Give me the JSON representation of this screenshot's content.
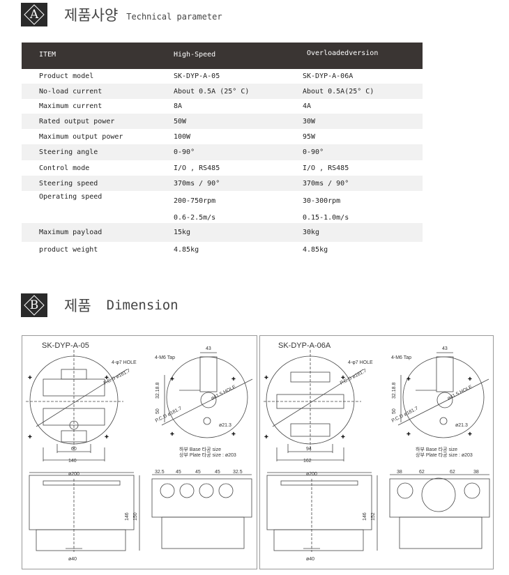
{
  "section_a": {
    "badge": "A",
    "title_kr": "제품사양",
    "title_en": "Technical parameter"
  },
  "table": {
    "headers": [
      "ITEM",
      "High-Speed",
      "Overloadedversion"
    ],
    "rows": [
      {
        "item": "Product model",
        "hs": "SK-DYP-A-05",
        "ov": "SK-DYP-A-06A"
      },
      {
        "item": "No-load current",
        "hs": "About 0.5A (25° C)",
        "ov": "About 0.5A(25° C)"
      },
      {
        "item": "Maximum current",
        "hs": "8A",
        "ov": "4A"
      },
      {
        "item": "Rated output power",
        "hs": "50W",
        "ov": "30W"
      },
      {
        "item": "Maximum output power",
        "hs": "100W",
        "ov": "95W"
      },
      {
        "item": "Steering angle",
        "hs": "0-90°",
        "ov": "0-90°"
      },
      {
        "item": "Control mode",
        "hs": "I/O , RS485",
        "ov": "I/O , RS485"
      },
      {
        "item": "Steering speed",
        "hs": "370ms / 90°",
        "ov": "370ms / 90°"
      },
      {
        "item": "Operating speed",
        "hs": "200-750rpm",
        "hs2": "0.6-2.5m/s",
        "ov": "30-300rpm",
        "ov2": "0.15-1.0m/s"
      },
      {
        "item": "Maximum payload",
        "hs": "15kg",
        "ov": "30kg"
      },
      {
        "item": "product weight",
        "hs": "4.85kg",
        "ov": "4.85kg"
      }
    ]
  },
  "section_b": {
    "badge": "B",
    "title_kr": "제품",
    "title_en": "Dimension"
  },
  "drawings": [
    {
      "model": "SK-DYP-A-05",
      "hole": "4-φ7 HOLE",
      "pcd_big": "P.C.D ø181.7",
      "tap": "4-M6 Tap",
      "top_43": "43",
      "d_32": "32.18.8",
      "d_50": "50",
      "pcd_small": "P.C.D ø181.7",
      "hole_small": "ø41.5 HOLE",
      "phi_21": "ø21.3",
      "w_inner": "60",
      "w_outer": "140",
      "note1": "하부 Base 타공 size",
      "note2": "상부 Plate 타공 size : ø203",
      "d_200": "ø200",
      "h_inner": "146",
      "h_outer": "150",
      "d_40": "ø40",
      "side_top": [
        "32.5",
        "45",
        "45",
        "45",
        "32.5"
      ]
    },
    {
      "model": "SK-DYP-A-06A",
      "hole": "4-φ7 HOLE",
      "pcd_big": "P.C.D ø181.7",
      "tap": "4-M6 Tap",
      "top_43": "43",
      "d_32": "32.18.8",
      "d_50": "50",
      "pcd_small": "P.C.D ø181.7",
      "hole_small": "ø41.5 HOLE",
      "phi_21": "ø21.3",
      "w_inner": "94",
      "w_outer": "162",
      "note1": "하부 Base 타공 size",
      "note2": "상부 Plate 타공 size : ø203",
      "d_200": "ø200",
      "h_inner": "146",
      "h_outer": "152",
      "d_40": "ø40",
      "side_top": [
        "38",
        "62",
        "62",
        "38"
      ]
    }
  ]
}
